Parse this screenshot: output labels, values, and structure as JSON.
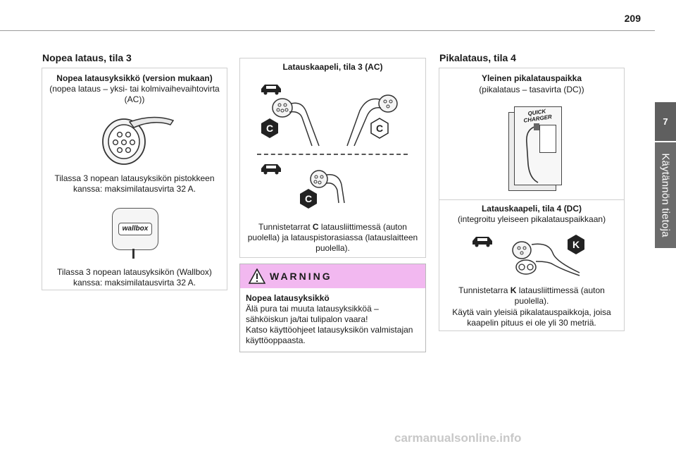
{
  "page_number": "209",
  "side_tab": {
    "number": "7",
    "title": "Käytännön tietoja"
  },
  "col1": {
    "title": "Nopea lataus, tila 3",
    "box_heading": "Nopea latausyksikkö (version mukaan)",
    "box_sub": "(nopea lataus – yksi- tai kolmivaihevaihtovirta (AC))",
    "caption_socket": "Tilassa 3 nopean latausyksikön pistokkeen kanssa: maksimilatausvirta 32 A.",
    "wallbox_logo": "wallbox",
    "caption_wallbox": "Tilassa 3 nopean latausyksikön (Wallbox) kanssa: maksimilatausvirta 32 A."
  },
  "col2": {
    "box_heading": "Latauskaapeli, tila 3 (AC)",
    "badge_c": "C",
    "caption_prefix": "Tunnistetarrat ",
    "caption_bold": "C",
    "caption_suffix": " latausliittimessä (auton puolella) ja lataus­pistorasiassa (latauslaitteen puolella).",
    "warning_title": "WARNING",
    "warning_heading": "Nopea latausyksikkö",
    "warning_body": "Älä pura tai muuta latausyksikköä – sähköiskun ja/tai tulipalon vaara!\nKatso käyttöohjeet latausyksikön valmistajan käyttöoppaasta."
  },
  "col3": {
    "title": "Pikalataus, tila 4",
    "box_heading": "Yleinen pikalatauspaikka",
    "box_sub": "(pikalataus – tasavirta (DC))",
    "charger_sign": "QUICK CHARGER",
    "cable_heading": "Latauskaapeli, tila 4 (DC)",
    "cable_sub": "(integroitu yleiseen pikalatauspaikkaan)",
    "badge_k": "K",
    "caption_prefix": "Tunnistetarra ",
    "caption_bold": "K",
    "caption_suffix": " latausliittimessä (auton puolella).",
    "caption_note": "Käytä vain yleisiä pikalatauspaikkoja, joisa kaapelin pituus ei ole yli 30 metriä."
  },
  "footer": "carmanualsonline.info",
  "colors": {
    "warning_band": "#f2b8f0",
    "tab_bg": "#6b6b6b",
    "badge": "#222222"
  }
}
